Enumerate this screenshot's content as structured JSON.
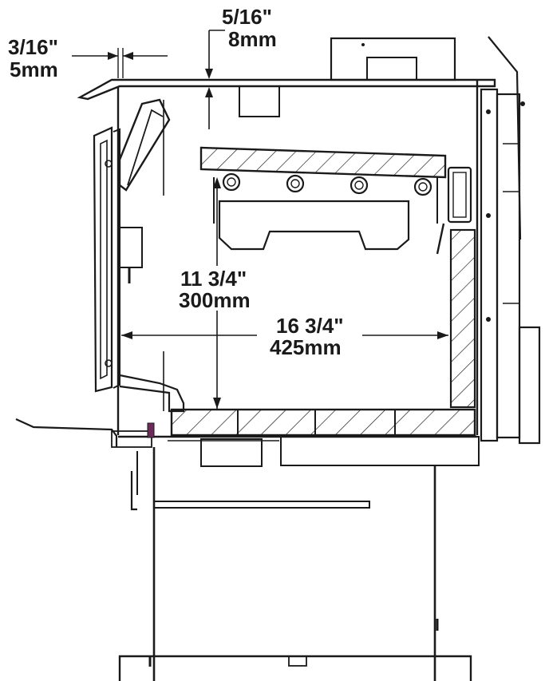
{
  "dimensions": {
    "clearance_top": {
      "imperial": "5/16\"",
      "metric": "8mm"
    },
    "clearance_side": {
      "imperial": "3/16\"",
      "metric": "5mm"
    },
    "firebox_height": {
      "imperial": "11 3/4\"",
      "metric": "300mm"
    },
    "firebox_depth": {
      "imperial": "16 3/4\"",
      "metric": "425mm"
    }
  },
  "colors": {
    "line": "#1a1a1a",
    "background": "#ffffff",
    "accent": "#6b2a5a"
  }
}
